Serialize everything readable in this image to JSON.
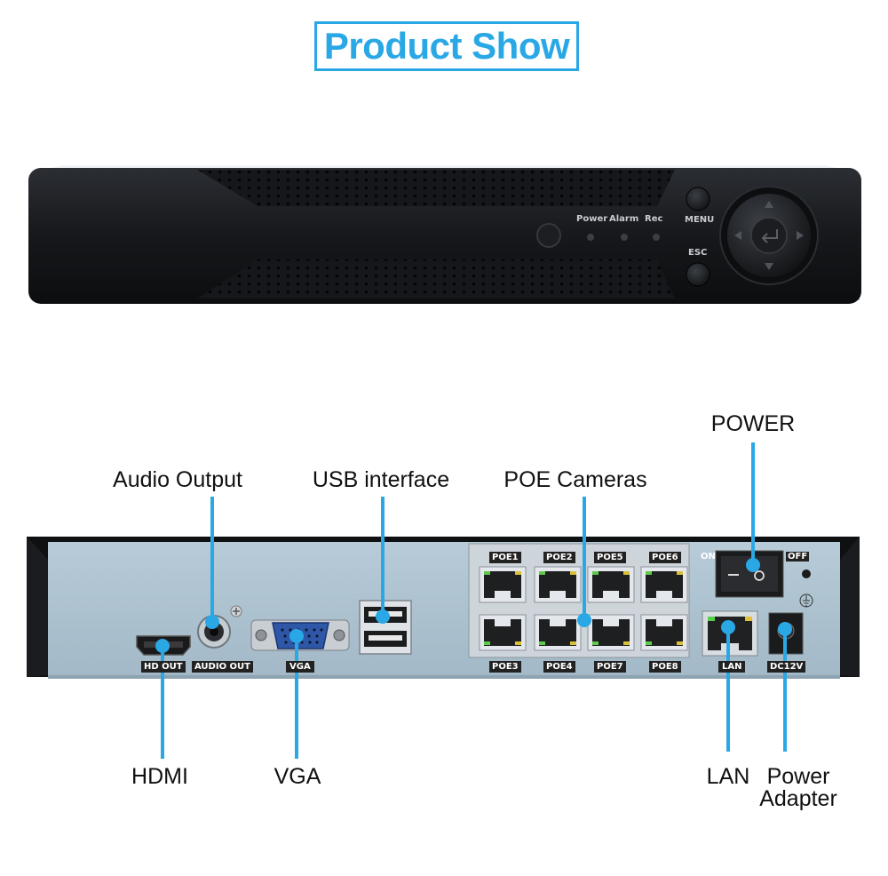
{
  "title": "Product Show",
  "front_panel": {
    "leds": [
      "Power",
      "Alarm",
      "Rec"
    ],
    "buttons": {
      "menu": "MENU",
      "esc": "ESC"
    }
  },
  "back_panel": {
    "port_labels": {
      "hdmi": "HD OUT",
      "audio": "AUDIO OUT",
      "vga": "VGA",
      "poe": [
        "POE1",
        "POE2",
        "POE5",
        "POE6",
        "POE3",
        "POE4",
        "POE7",
        "POE8"
      ],
      "lan": "LAN",
      "dc": "DC12V",
      "on": "ON",
      "off": "OFF"
    }
  },
  "callouts": {
    "power": "POWER",
    "audio_output": "Audio Output",
    "usb_interface": "USB interface",
    "poe_cameras": "POE Cameras",
    "hdmi": "HDMI",
    "vga": "VGA",
    "lan": "LAN",
    "power_adapter_line1": "Power",
    "power_adapter_line2": "Adapter"
  },
  "colors": {
    "accent": "#2aa8e6",
    "panel": "#aec4d2",
    "chassis": "#141619"
  }
}
